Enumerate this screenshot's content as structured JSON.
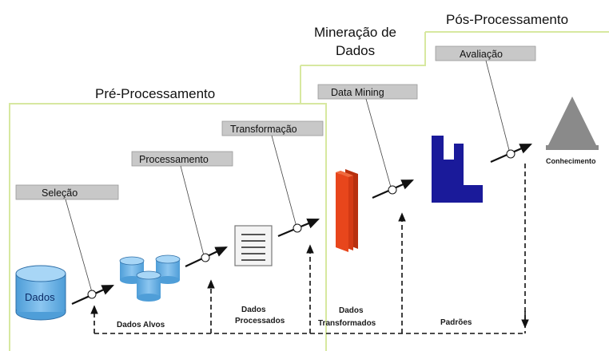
{
  "phases": {
    "pre_processing": "Pré-Processamento",
    "mining_line1": "Mineração de",
    "mining_line2": "Dados",
    "post_processing": "Pós-Processamento"
  },
  "steps": {
    "selection": "Seleção",
    "preprocessing": "Processamento",
    "transformation": "Transformação",
    "data_mining": "Data Mining",
    "evaluation": "Avaliação"
  },
  "stages": {
    "data": "Dados",
    "target_data": "Dados Alvos",
    "processed_line1": "Dados",
    "processed_line2": "Processados",
    "transformed_line1": "Dados",
    "transformed_line2": "Transformados",
    "patterns": "Padrões",
    "knowledge": "Conhecimento"
  },
  "colors": {
    "border": "#d7e8a0",
    "step_box": "#c8c8c8",
    "database": "#5ba8e0",
    "transformed": "#e8461c",
    "patterns": "#1a1a9a",
    "knowledge": "#8a8a8a"
  }
}
